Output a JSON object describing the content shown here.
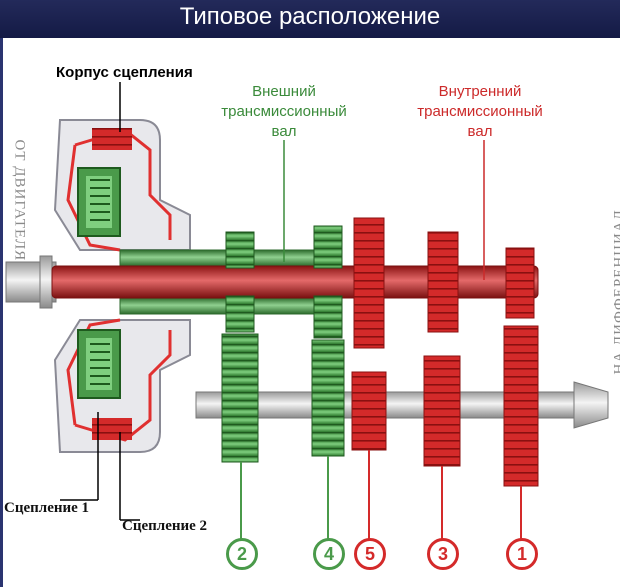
{
  "header": {
    "title": "Типовое расположение"
  },
  "labels": {
    "clutch_housing": "Корпус сцепления",
    "outer_shaft": [
      "Внешний",
      "трансмиссионный",
      "вал"
    ],
    "inner_shaft": [
      "Внутренний",
      "трансмиссионный",
      "вал"
    ],
    "from_engine": "ОТ ДВИГАТЕЛЯ",
    "to_differential": "НА ДИФФЕРЕНЦИАЛ",
    "clutch_1": "Сцепление 1",
    "clutch_2": "Сцепление 2"
  },
  "gears": [
    {
      "label": "2",
      "color": "#4a9a4a"
    },
    {
      "label": "4",
      "color": "#4a9a4a"
    },
    {
      "label": "5",
      "color": "#d42a2a"
    },
    {
      "label": "3",
      "color": "#d42a2a"
    },
    {
      "label": "1",
      "color": "#d42a2a"
    }
  ],
  "colors": {
    "green": "#4a9a4a",
    "red": "#d42a2a",
    "header": "#1c2250"
  }
}
